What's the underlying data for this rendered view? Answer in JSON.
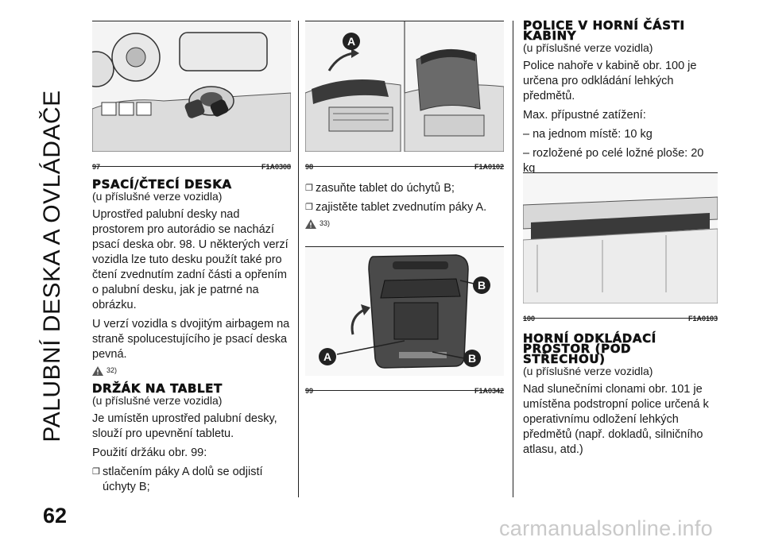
{
  "header": {
    "side_title": "PALUBNÍ DESKA A OVLÁDAČE",
    "page_number": "62"
  },
  "watermark": "carmanualsonline.info",
  "figures": [
    {
      "number": "97",
      "code": "F1A0308"
    },
    {
      "number": "98",
      "code": "F1A0102",
      "labels": [
        "A"
      ]
    },
    {
      "number": "99",
      "code": "F1A0342",
      "labels": [
        "B",
        "A",
        "B"
      ]
    },
    {
      "number": "100",
      "code": "F1A0103"
    }
  ],
  "sections": {
    "writing_desk": {
      "title": "PSACÍ/ČTECÍ DESKA",
      "subtitle": "(u příslušné verze vozidla)",
      "paragraphs": [
        "Uprostřed palubní desky nad prostorem pro autorádio se nachází psací deska obr. 98. U některých verzí vozidla lze tuto desku použít také pro čtení zvednutím zadní části a opřením o palubní desku, jak je patrné na obrázku.",
        "U verzí vozidla s dvojitým airbagem na straně spolucestujícího je psací deska pevná."
      ],
      "warning_ref": "32)"
    },
    "tablet_holder": {
      "title": "DRŽÁK NA TABLET",
      "subtitle": "(u příslušné verze vozidla)",
      "paragraphs": [
        "Je umístěn uprostřed palubní desky, slouží pro upevnění tabletu.",
        "Použití držáku obr. 99:"
      ],
      "bullets": [
        "stlačením páky A dolů se odjistí úchyty B;",
        "zasuňte tablet do úchytů B;",
        "zajistěte tablet zvednutím páky A."
      ],
      "warning_ref": "33)"
    },
    "cabin_shelf": {
      "title_line1": "POLICE V HORNÍ ČÁSTI",
      "title_line2": "KABINY",
      "subtitle": "(u příslušné verze vozidla)",
      "paragraphs": [
        "Police nahoře v kabině obr. 100 je určena pro odkládání lehkých předmětů.",
        "Max. přípustné zatížení:",
        "– na jednom místě: 10 kg",
        "– rozložené po celé ložné ploše: 20 kg"
      ]
    },
    "upper_storage": {
      "title_line1": "HORNÍ ODKLÁDACÍ",
      "title_line2": "PROSTOR (POD",
      "title_line3": "STŘECHOU)",
      "subtitle": "(u příslušné verze vozidla)",
      "paragraphs": [
        "Nad slunečními clonami obr. 101 je umístěna podstropní police určená k operativnímu odložení lehkých předmětů (např. dokladů, silničního atlasu, atd.)"
      ]
    }
  }
}
